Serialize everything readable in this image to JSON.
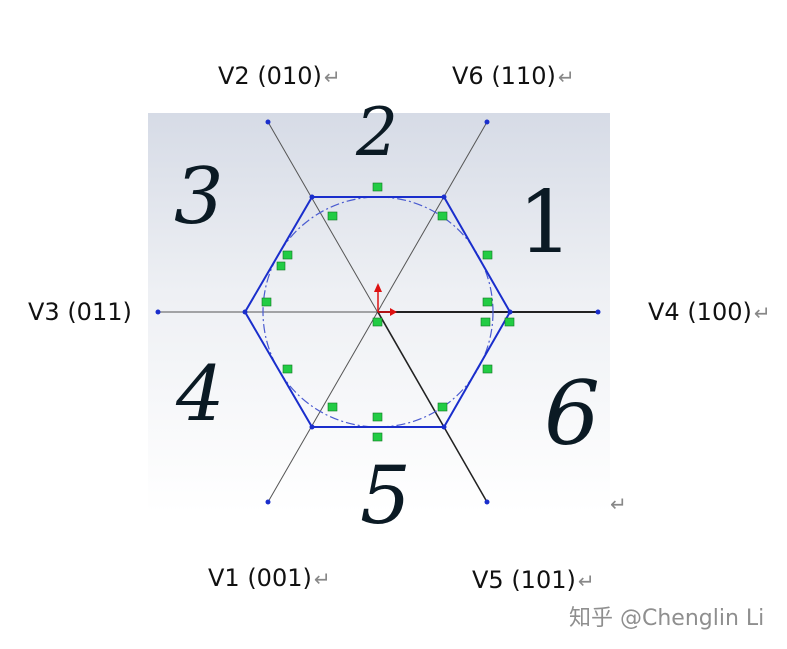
{
  "vectors": {
    "v2": "V2 (010)",
    "v6": "V6 (110)",
    "v3": "V3 (011)",
    "v4": "V4 (100)",
    "v1": "V1 (001)",
    "v5": "V5 (101)"
  },
  "return_mark": "↵",
  "sectors": {
    "s1": "1",
    "s2": "2",
    "s3": "3",
    "s4": "4",
    "s5": "5",
    "s6": "6"
  },
  "watermark": "知乎 @Chenglin Li",
  "colors": {
    "hexagon": "#1a2ecc",
    "axes": "#555555",
    "background_gradient_top": "#d9dde8",
    "marker": "#22cc44",
    "origin_arrow": "#dd1111"
  }
}
